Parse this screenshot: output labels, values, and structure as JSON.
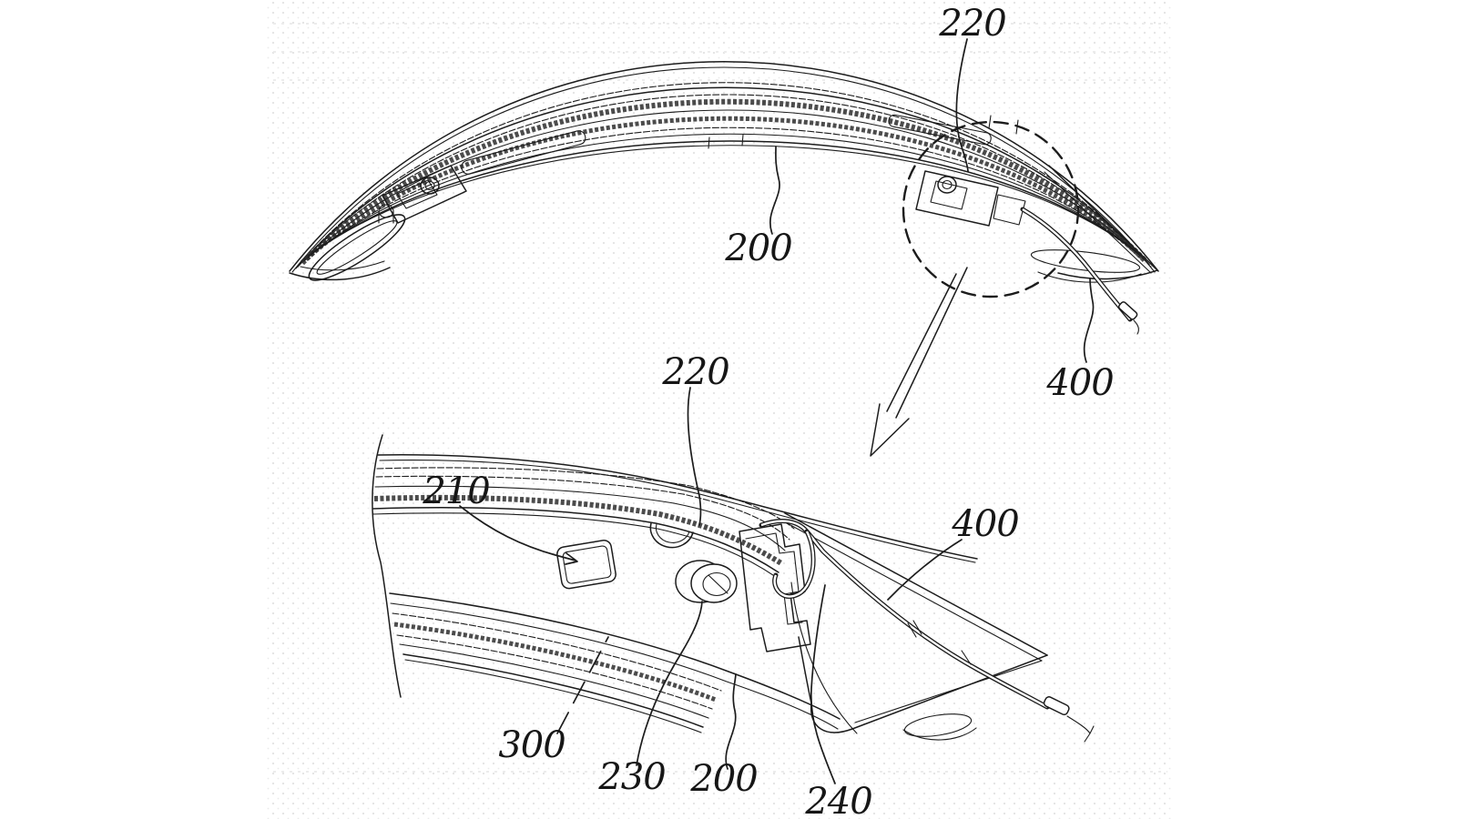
{
  "figure": {
    "kind": "patent-technical-line-drawing",
    "colors": {
      "ink": "#1c1c1c",
      "background": "#ffffff",
      "halftone_dot": "#e3e3e3"
    },
    "labels": {
      "overview_220": "220",
      "overview_200": "200",
      "overview_400": "400",
      "detail_210": "210",
      "detail_220": "220",
      "detail_400": "400",
      "detail_300": "300",
      "detail_230": "230",
      "detail_200": "200",
      "detail_240": "240"
    }
  }
}
